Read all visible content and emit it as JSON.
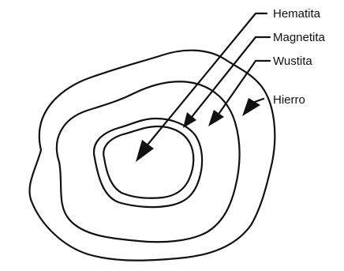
{
  "labels": {
    "hematita": "Hematita",
    "magnetita": "Magnetita",
    "wustita": "Wustita",
    "hierro": "Hierro"
  },
  "colors": {
    "ink": "#111111",
    "background": "#ffffff"
  }
}
